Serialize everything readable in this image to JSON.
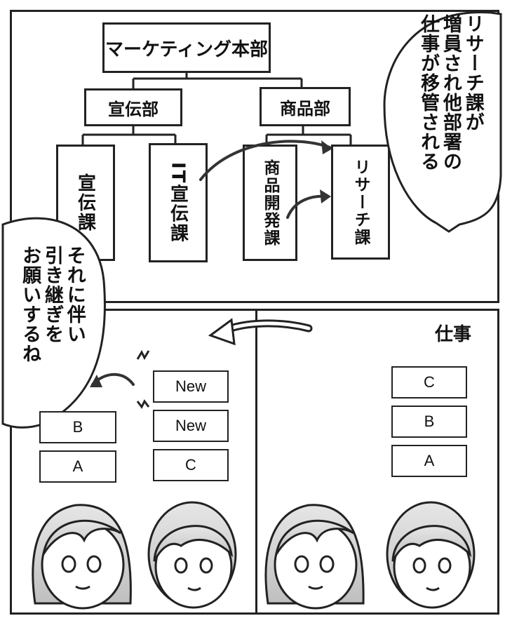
{
  "org": {
    "top": "マーケティング本部",
    "dept_left": "宣伝部",
    "dept_right": "商品部",
    "sec1": "宣伝課",
    "sec2": "IT宣伝課",
    "sec3": "商品開発課",
    "sec4": "リサーチ課"
  },
  "bubbles": {
    "top_right": [
      "リサーチ課が",
      "増員され他部署の",
      "仕事が移管される"
    ],
    "left": [
      "それに伴い",
      "引き継ぎを",
      "お願いするね"
    ]
  },
  "right_panel": {
    "title": "仕事",
    "tasks": [
      "C",
      "B",
      "A"
    ]
  },
  "left_panel": {
    "tasks_a": [
      "B",
      "A"
    ],
    "tasks_b": [
      "New",
      "New",
      "C"
    ]
  }
}
